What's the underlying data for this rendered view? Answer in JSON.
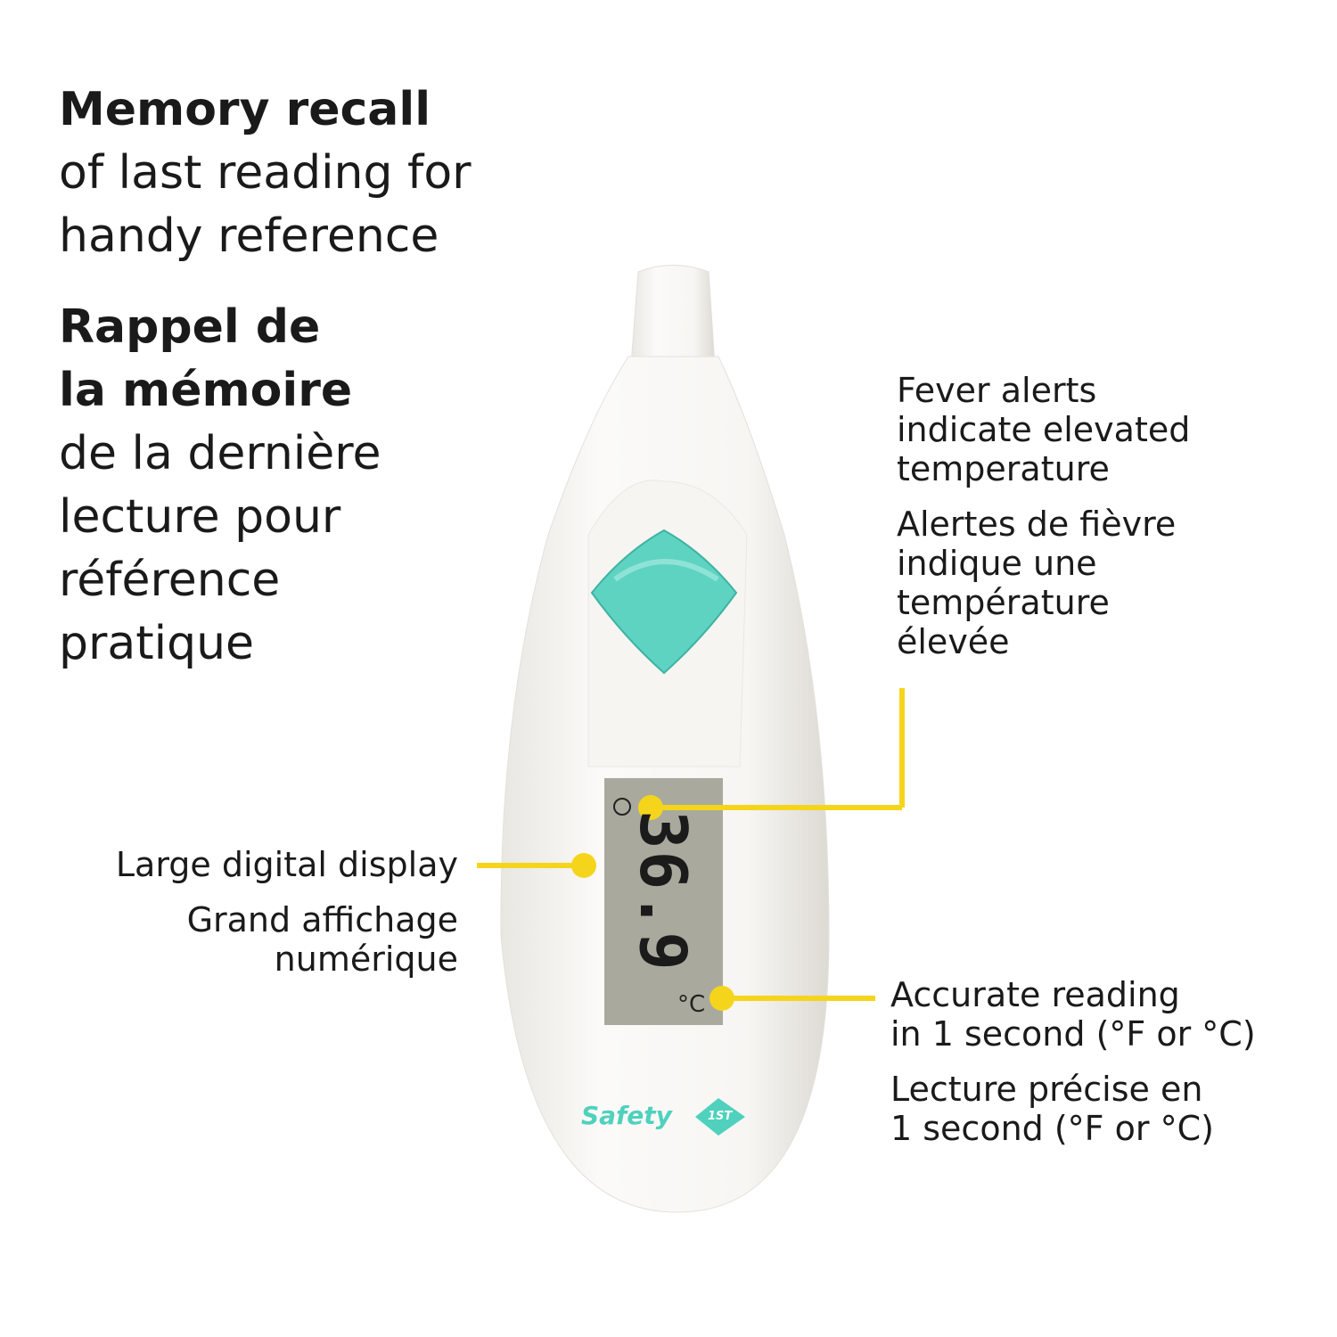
{
  "headline": {
    "en_bold": "Memory recall",
    "en_lines": [
      "of last reading for",
      "handy reference"
    ],
    "fr_bold": [
      "Rappel de",
      "la mémoire"
    ],
    "fr_lines": [
      "de la dernière",
      "lecture pour",
      "référence",
      "pratique"
    ]
  },
  "callouts": {
    "fever": {
      "en": [
        "Fever alerts",
        "indicate elevated",
        "temperature"
      ],
      "fr": [
        "Alertes de fièvre",
        "indique une",
        "température",
        "élevée"
      ]
    },
    "display": {
      "en": [
        "Large digital display"
      ],
      "fr": [
        "Grand affichage",
        "numérique"
      ]
    },
    "accuracy": {
      "en": [
        "Accurate reading",
        "in 1 second (°F or °C)"
      ],
      "fr": [
        "Lecture précise en",
        "1 second (°F or °C)"
      ]
    }
  },
  "device": {
    "reading": "36.9",
    "unit": "°C",
    "brand": "Safety",
    "brand_badge": "1ST"
  },
  "colors": {
    "accent_line": "#f5d51c",
    "button": "#5fd3c2",
    "brand": "#4fd1bd",
    "lcd": "#a9aa9d"
  }
}
